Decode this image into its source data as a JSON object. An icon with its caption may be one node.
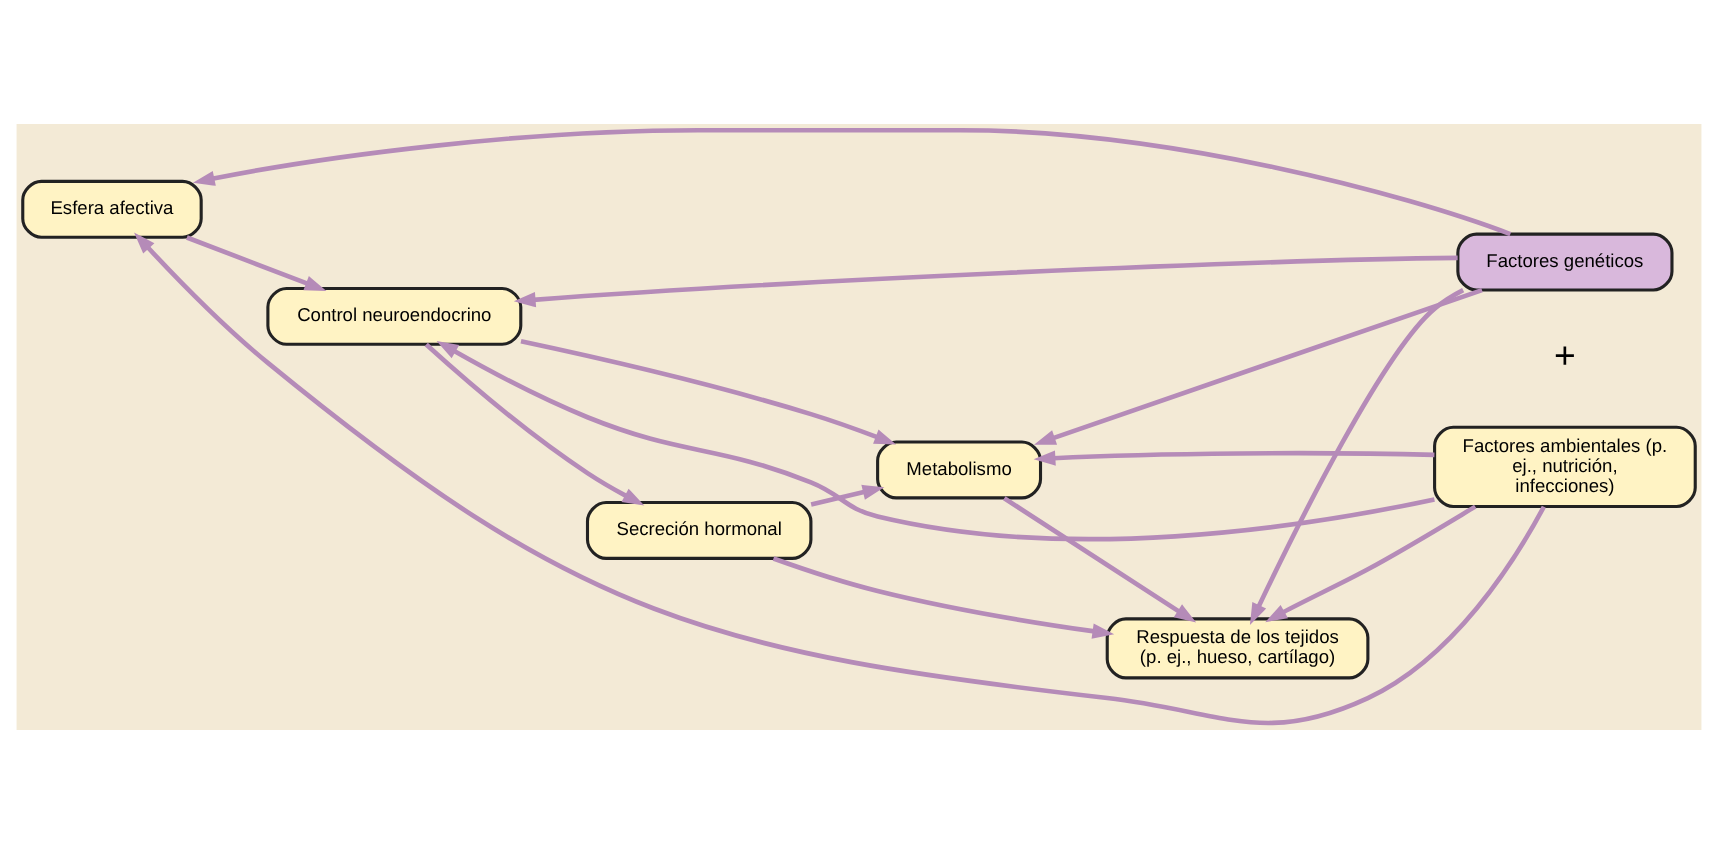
{
  "diagram": {
    "nodes": [
      {
        "text": [
          "Esfera afectiva"
        ]
      },
      {
        "text": [
          "Control neuroendocrino"
        ]
      },
      {
        "text": [
          "Secreción hormonal"
        ]
      },
      {
        "text": [
          "Metabolismo"
        ]
      },
      {
        "text": [
          "Respuesta de los tejidos (p. ej., hueso, cartílago)"
        ]
      },
      {
        "text": [
          "Factores genéticos"
        ]
      },
      {
        "text": [
          "Factores ambientales (p. ej., nutrición, infecciones)"
        ]
      }
    ],
    "edges": [
      {
        "from": 0,
        "to": 1,
        "arrow": "to"
      },
      {
        "from": 1,
        "to": 2,
        "arrow": "to"
      },
      {
        "from": 1,
        "to": 3,
        "arrow": "to"
      },
      {
        "from": 2,
        "to": 3,
        "arrow": "to"
      },
      {
        "from": 2,
        "to": 4,
        "arrow": "to"
      },
      {
        "from": 3,
        "to": 4,
        "arrow": "to"
      },
      {
        "from": 5,
        "to": 0,
        "arrow": "to"
      },
      {
        "from": 5,
        "to": 1,
        "arrow": "to"
      },
      {
        "from": 5,
        "to": 3,
        "arrow": "to"
      },
      {
        "from": 5,
        "to": 4,
        "arrow": "to"
      },
      {
        "from": 6,
        "to": 0,
        "arrow": "to"
      },
      {
        "from": 6,
        "to": 1,
        "arrow": "to"
      },
      {
        "from": 6,
        "to": 3,
        "arrow": "to"
      },
      {
        "from": 6,
        "to": 4,
        "arrow": "to"
      }
    ],
    "labels": [
      "+"
    ]
  }
}
